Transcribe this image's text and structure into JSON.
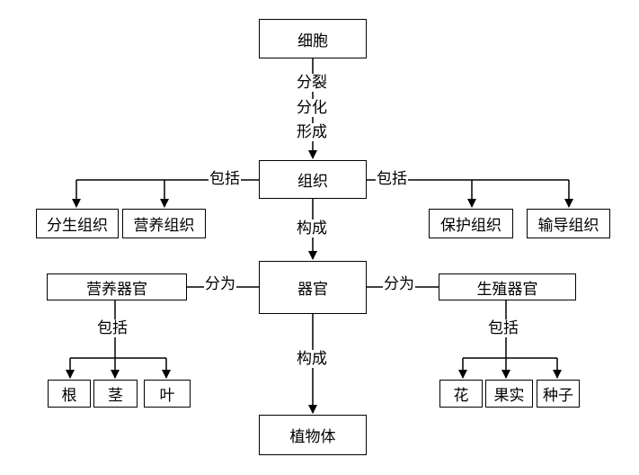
{
  "nodes": {
    "cell": "细胞",
    "tissue": "组织",
    "organ": "器官",
    "plant_body": "植物体",
    "meristem": "分生组织",
    "nutritive_tissue": "营养组织",
    "protective_tissue": "保护组织",
    "conductive_tissue": "输导组织",
    "vegetative_organ": "营养器官",
    "reproductive_organ": "生殖器官",
    "root": "根",
    "stem": "茎",
    "leaf": "叶",
    "flower": "花",
    "fruit": "果实",
    "seed": "种子"
  },
  "edges": {
    "cell_to_tissue": [
      "分裂",
      "分化",
      "形成"
    ],
    "tissue_left": "包括",
    "tissue_right": "包括",
    "tissue_to_organ": "构成",
    "organ_left": "分为",
    "organ_right": "分为",
    "vegetative_includes": "包括",
    "reproductive_includes": "包括",
    "organ_to_plant": "构成"
  }
}
